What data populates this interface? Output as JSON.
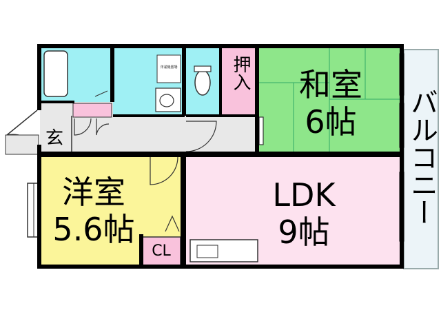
{
  "rooms": {
    "washitsu": {
      "name": "和室",
      "size": "6帖"
    },
    "youshitsu": {
      "name": "洋室",
      "size": "5.6帖"
    },
    "ldk": {
      "name": "LDK",
      "size": "9帖"
    },
    "oshiire": "押入",
    "genkan": "玄",
    "closet": "CL",
    "balcony": "バルコニー",
    "laundry": "洋濯機置場"
  },
  "colors": {
    "washitsu": "#8ee68a",
    "youshitsu": "#fbf59a",
    "ldk": "#fde2ef",
    "water": "#9ff0f4",
    "storage": "#f9c2dc",
    "balcony": "#ecf4f8",
    "wall": "#000000",
    "floor": "#e8e8e8"
  }
}
